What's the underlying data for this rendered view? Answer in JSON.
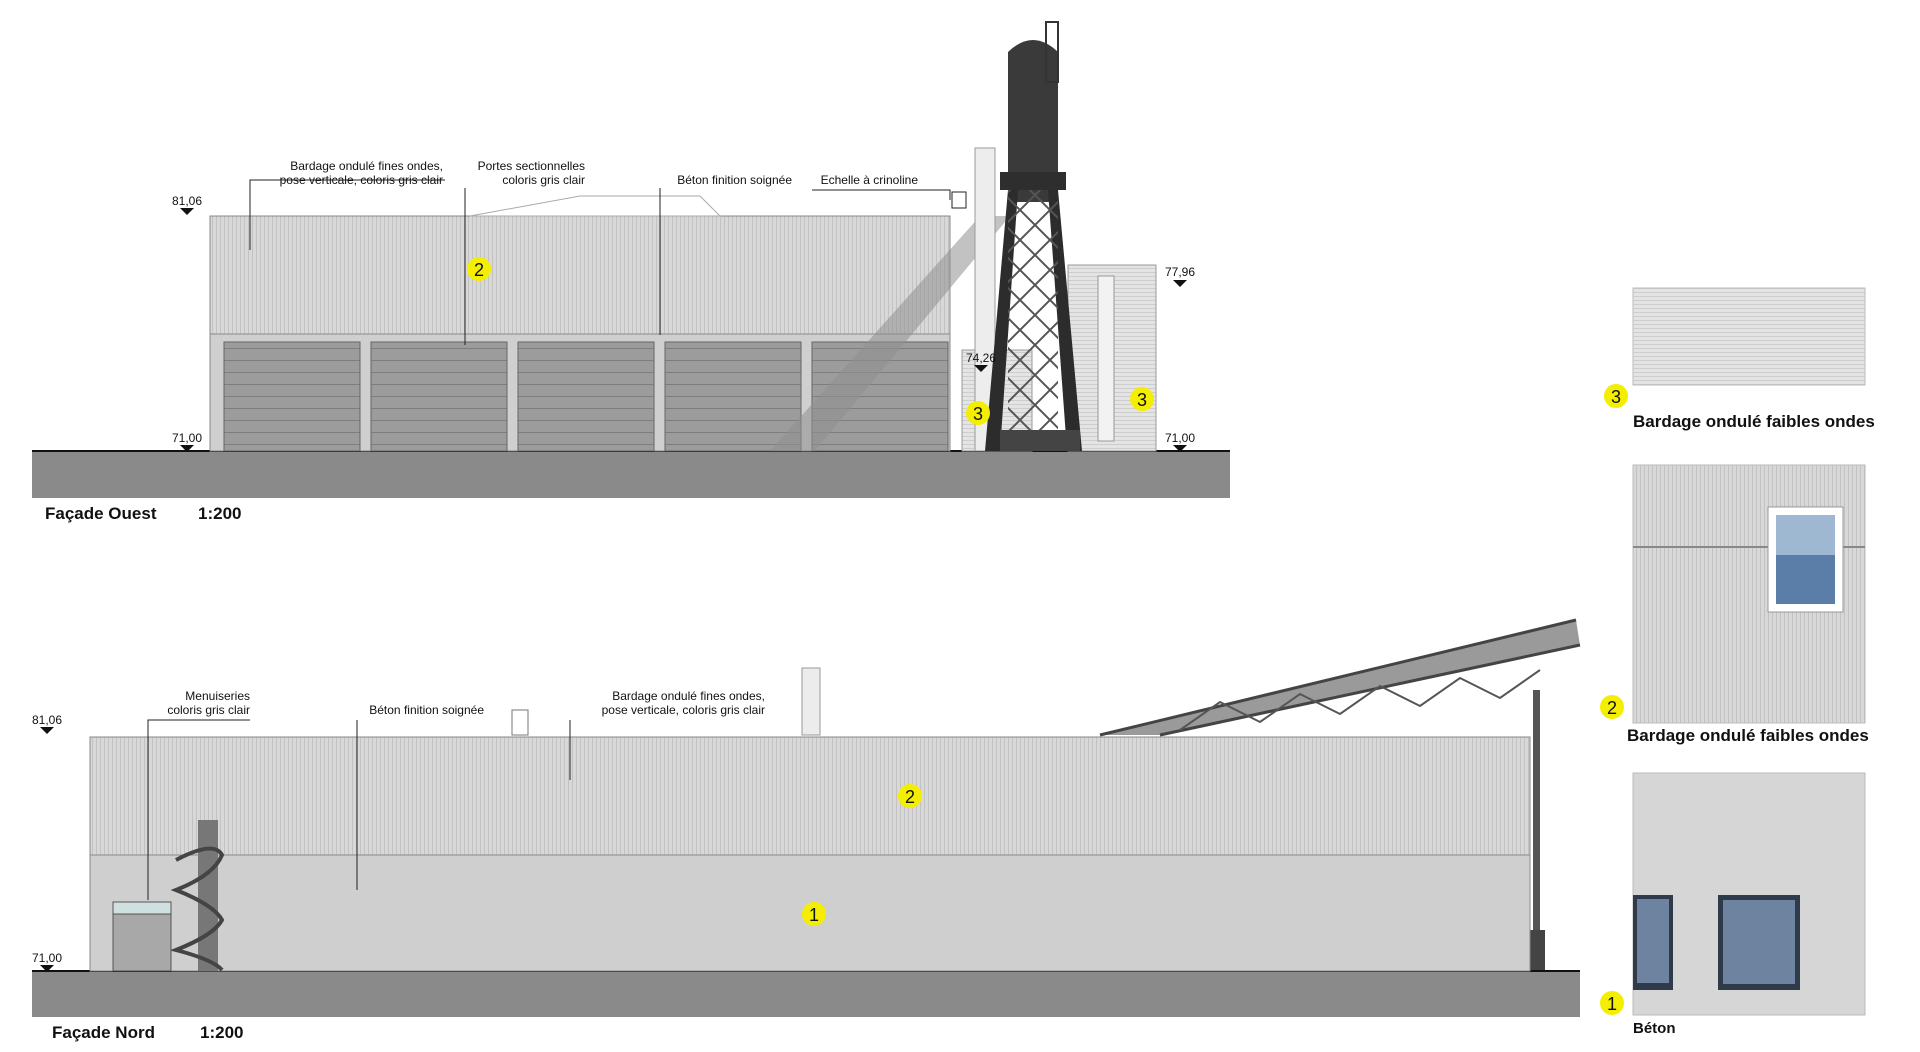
{
  "facade_ouest": {
    "title": "Façade Ouest",
    "scale": "1:200",
    "levels": {
      "top": "81,06",
      "ground_left": "71,00",
      "ground_right": "71,00",
      "right_top": "77,96",
      "mid": "74,26"
    },
    "labels": {
      "bardage": "Bardage ondulé fines ondes,",
      "bardage2": "pose verticale, coloris gris clair",
      "portes": "Portes sectionnelles",
      "portes2": "coloris gris clair",
      "beton": "Béton finition soignée",
      "echelle": "Echelle à crinoline"
    },
    "markers": [
      "2",
      "3",
      "3"
    ]
  },
  "facade_nord": {
    "title": "Façade Nord",
    "scale": "1:200",
    "levels": {
      "top": "81,06",
      "ground": "71,00"
    },
    "labels": {
      "menuiseries": "Menuiseries",
      "menuiseries2": "coloris gris clair",
      "beton": "Béton finition soignée",
      "bardage": "Bardage ondulé fines ondes,",
      "bardage2": "pose verticale, coloris gris clair"
    },
    "markers": [
      "2",
      "1"
    ]
  },
  "materials": [
    {
      "number": "3",
      "caption": "Bardage ondulé faibles ondes"
    },
    {
      "number": "2",
      "caption": "Bardage ondulé faibles ondes"
    },
    {
      "number": "1",
      "caption": "Béton"
    }
  ],
  "colors": {
    "marker": "#f4ee00",
    "ground": "#8a8a8a",
    "cladding": "#d6d6d6",
    "concrete": "#d0d0d0",
    "tower": "#3a3a3a"
  }
}
